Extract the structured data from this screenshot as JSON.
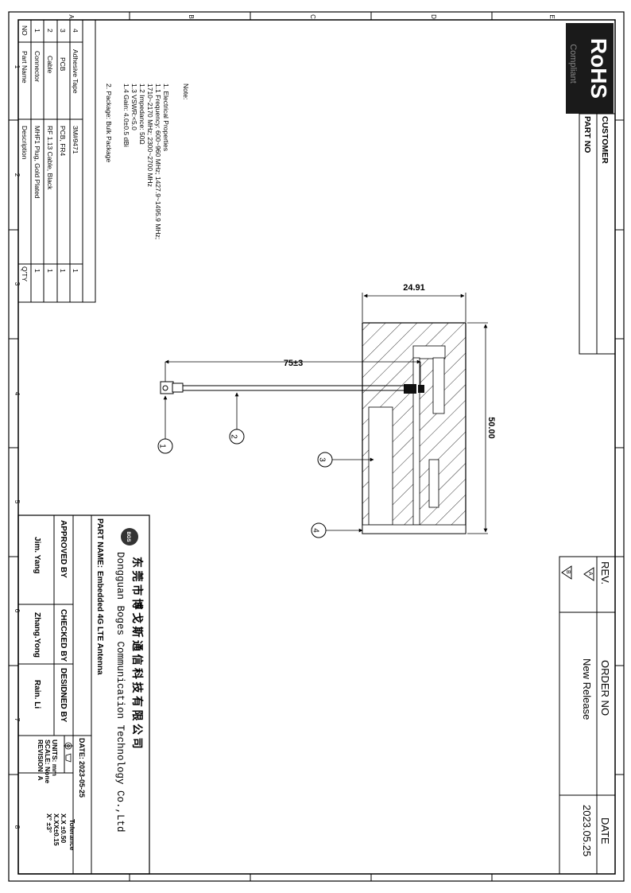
{
  "frame": {
    "top_zones": [
      "A",
      "B",
      "C",
      "D",
      "E"
    ],
    "left_zones": [
      "1",
      "2",
      "3",
      "4",
      "5",
      "6",
      "7",
      "8"
    ]
  },
  "rohs": {
    "title": "RoHS",
    "subtitle": "Compliant"
  },
  "customer_box": {
    "customer_label": "CUSTOMER",
    "part_no_label": "PART NO"
  },
  "revision_table": {
    "headers": {
      "rev": "REV.",
      "order": "ORDER NO",
      "date": "DATE"
    },
    "rows": [
      {
        "rev": "A",
        "order": "New Release",
        "date": "2023.05.25"
      },
      {
        "rev": "B",
        "order": "",
        "date": ""
      }
    ]
  },
  "notes": {
    "title": "Note:",
    "lines": [
      "1. Electrical Properties",
      "1.1 Frequency: 600~960 MHz; 1427.9~1495.9 MHz;",
      "1710~2170 MHz; 2300~2700 MHz",
      "1.2 Impedance: 50Ω",
      "1.3 VSWR:<5.0",
      "1.4 Gain: 4.0±0.5 dBi",
      "2. Package: Bulk Package"
    ]
  },
  "bom": {
    "headers": {
      "no": "NO",
      "part": "Part Name",
      "desc": "Description",
      "qty": "Q'TY"
    },
    "rows": [
      {
        "no": "1",
        "part": "Connector",
        "desc": "MHF1 Plug, Gold Plated",
        "qty": "1"
      },
      {
        "no": "2",
        "part": "Cable",
        "desc": "RF 1.13 Cable, Black",
        "qty": "1"
      },
      {
        "no": "3",
        "part": "PCB",
        "desc": "PCB, FR4",
        "qty": "1"
      },
      {
        "no": "4",
        "part": "Adhesive Tape",
        "desc": "3M#9471",
        "qty": "1"
      }
    ]
  },
  "dimensions": {
    "pcb_width": "24.91",
    "pcb_length": "50.00",
    "cable_length": "75±3"
  },
  "balloons": [
    "1",
    "2",
    "3",
    "4"
  ],
  "title_block": {
    "company_cn": "东 莞 市 博 戈 斯 通 信 科 技 有 限 公 司",
    "company_en": "Dongguan Boges Communication Technology Co.,Ltd",
    "logo_text": "BGS",
    "part_name_label": "PART NAME:",
    "part_name": "Embedded 4G LTE Antenna",
    "date_label": "DATE:",
    "date": "2023-05-25",
    "approved_label": "APPROVED BY",
    "checked_label": "CHECKED BY",
    "designed_label": "DESIDNED BY",
    "approved": "Jim. Yang",
    "checked": "Zhang.Yong",
    "designed": "Rain. Li",
    "units": "UNITS: mm",
    "scale": "SCALE: None",
    "revision": "REVISION: A",
    "tolerance_title": "Tolerance",
    "tolerance_lines": [
      "X.X  ±0.50",
      "X.XX±0.15",
      "X°    ±3°"
    ]
  }
}
